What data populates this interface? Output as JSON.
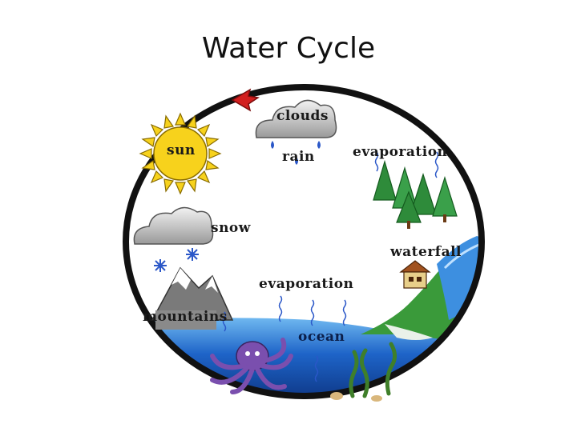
{
  "slide": {
    "title": "Water Cycle"
  },
  "diagram": {
    "labels": {
      "clouds": "clouds",
      "rain": "rain",
      "sun": "sun",
      "evaporation_top": "evaporation",
      "snow": "snow",
      "waterfall": "waterfall",
      "evaporation_mid": "evaporation",
      "mountains": "mountains",
      "ocean": "ocean"
    }
  },
  "colors": {
    "ring": "#111111",
    "arrow": "#d21f1f",
    "ocean": "#1e64c8",
    "sun": "#f7d21c",
    "cloud": "#bfbfbf",
    "tree": "#2e8b3a",
    "octopus": "#7a4fae"
  },
  "icons": [
    "sun-icon",
    "cloud-icon",
    "raindrop-icon",
    "snowflake-icon",
    "mountain-icon",
    "tree-icon",
    "house-icon",
    "octopus-icon",
    "seaweed-icon",
    "arrow-icon"
  ]
}
